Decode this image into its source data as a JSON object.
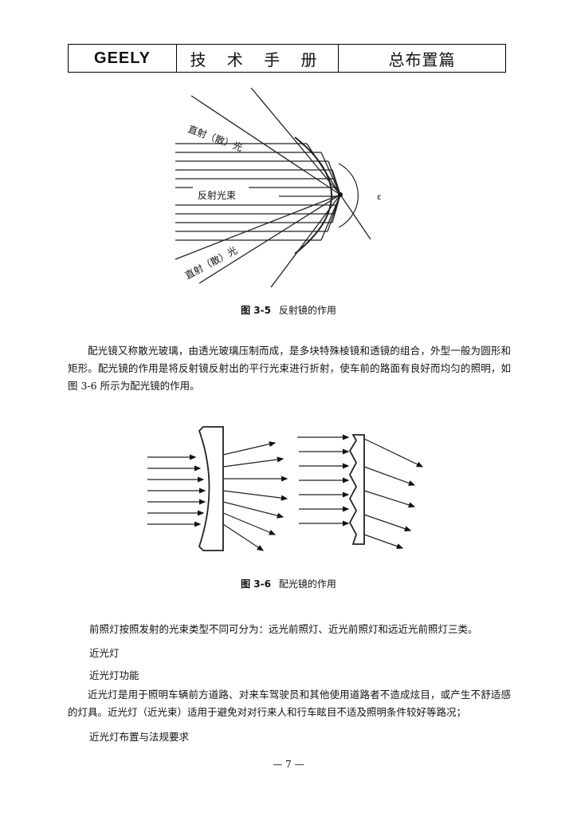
{
  "header": {
    "brand": "GEELY",
    "manual": "技 术 手 册",
    "section": "总布置篇"
  },
  "figure1": {
    "label_top": "直射（散）光",
    "label_mid": "反射光束",
    "label_bottom": "直射（散）光",
    "focus_mark": "ε"
  },
  "caption1": {
    "num": "图 3-5",
    "text": "反射镜的作用"
  },
  "paragraph1": "配光镜又称散光玻璃，由透光玻璃压制而成，是多块特殊棱镜和透镜的组合，外型一般为圆形和矩形。配光镜的作用是将反射镜反射出的平行光束进行折射，使车前的路面有良好而均匀的照明，如图 3-6 所示为配光镜的作用。",
  "caption2": {
    "num": "图 3-6",
    "text": "配光镜的作用"
  },
  "line1": "前照灯按照发射的光束类型不同可分为：远光前照灯、近光前照灯和远近光前照灯三类。",
  "line2": "近光灯",
  "line3": "近光灯功能",
  "paragraph2": "近光灯是用于照明车辆前方道路、对来车驾驶员和其他使用道路者不造成炫目，或产生不舒适感的灯具。近光灯（近光束）适用于避免对对行来人和行车眩目不适及照明条件较好等路况；",
  "line4": "近光灯布置与法规要求",
  "page_number": "— 7 —"
}
